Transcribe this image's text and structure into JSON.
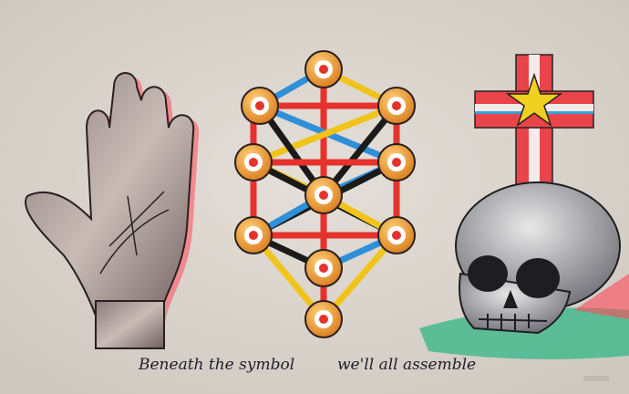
{
  "caption": {
    "left": "Beneath the symbol",
    "right": "we'll all assemble"
  },
  "colors": {
    "paper": "#d9d3cc",
    "node_orange": "#e8962e",
    "path_red": "#e5322d",
    "path_blue": "#2f8fd8",
    "path_yellow": "#f0c419",
    "path_black": "#1a1a1a",
    "ground_green": "#3cb88a"
  },
  "icons": [
    "palm-hand",
    "tree-of-life",
    "cross-with-pentagram",
    "skull"
  ]
}
